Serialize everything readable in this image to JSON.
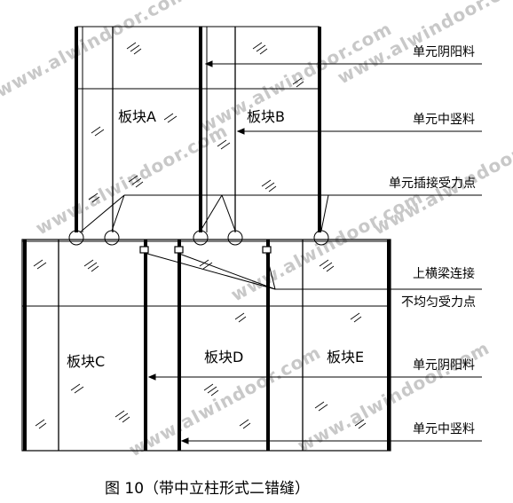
{
  "watermark": "www.alwindoor.com",
  "panels": {
    "a": "板块A",
    "b": "板块B",
    "c": "板块C",
    "d": "板块D",
    "e": "板块E"
  },
  "callouts": {
    "upper_corner_mullion": "单元阴阳料",
    "upper_middle_mullion": "单元中竖料",
    "plug_force_point": "单元插接受力点",
    "transom_connection_line1": "上横梁连接",
    "transom_connection_line2": "不均匀受力点",
    "lower_corner_mullion": "单元阴阳料",
    "lower_middle_mullion": "单元中竖料"
  },
  "caption": "图 10（带中立柱形式二错缝）"
}
